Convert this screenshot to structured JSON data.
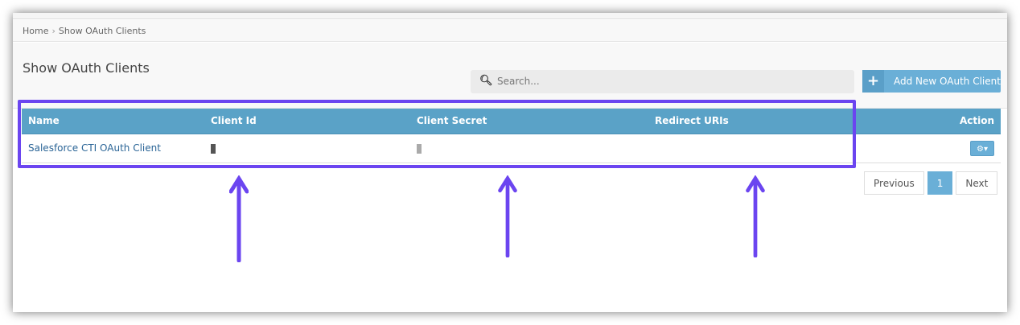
{
  "breadcrumb": {
    "home": "Home",
    "separator": "›",
    "current": "Show OAuth Clients"
  },
  "page_title": "Show OAuth Clients",
  "search": {
    "placeholder": "Search..."
  },
  "add_button": {
    "label": "Add New OAuth Client",
    "icon": "plus-icon"
  },
  "table": {
    "headers": [
      "Name",
      "Client Id",
      "Client Secret",
      "Redirect URIs",
      "Action"
    ],
    "rows": [
      {
        "name": "Salesforce CTI OAuth Client",
        "action_icon": "gear-icon",
        "action_caret": "▾"
      }
    ]
  },
  "pagination": {
    "previous": "Previous",
    "current_page": "1",
    "next": "Next"
  },
  "annotation": {
    "highlight_color": "#6b45f0",
    "arrow_count": 3
  }
}
